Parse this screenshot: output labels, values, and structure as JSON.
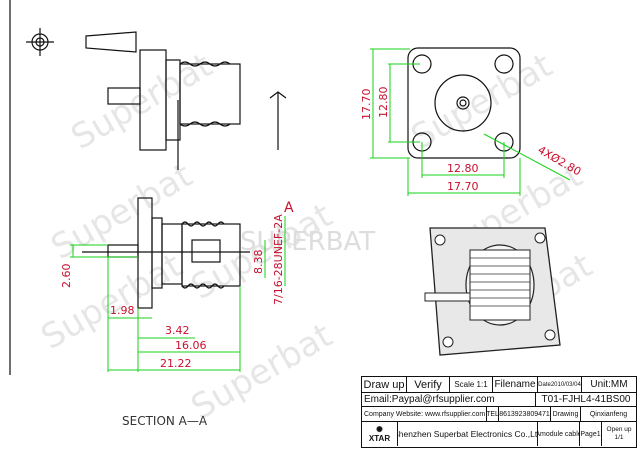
{
  "watermark": {
    "text": "Superbat",
    "logo_text": "SUPERBAT"
  },
  "drawing": {
    "section_label": "SECTION A—A",
    "section_marker": "A",
    "dimensions": {
      "pin_dia": "2.60",
      "flange_thickness": "1.98",
      "body_step": "3.42",
      "body_length": "16.06",
      "overall_length": "21.22",
      "inner_dia": "8.38",
      "thread": "7/16-28UNEF-2A",
      "flange_height": "17.70",
      "hole_spacing_v": "12.80",
      "hole_spacing_h": "12.80",
      "flange_width": "17.70",
      "holes": "4XØ2.80"
    }
  },
  "title_block": {
    "draw_up": "Draw up",
    "verify": "Verify",
    "scale": "Scale 1:1",
    "filename_label": "Filename",
    "date": "Date2010/03/04",
    "unit": "Unit:MM",
    "email": "Email:Paypal@rfsupplier.com",
    "filename": "T01-FJHL4-41BS00",
    "website": "Company Website:  www.rfsupplier.com",
    "tel_label": "TEL",
    "tel": "8613923809471",
    "drawing_label": "Drawing",
    "drawer": "Qinxianfeng",
    "logo": "XTAR",
    "company": "Shenzhen Superbat Electronics Co.,Ltd",
    "product": "Amodule cable",
    "page": "Page1",
    "open_up": "Open up",
    "open_up_val": "1/1"
  }
}
